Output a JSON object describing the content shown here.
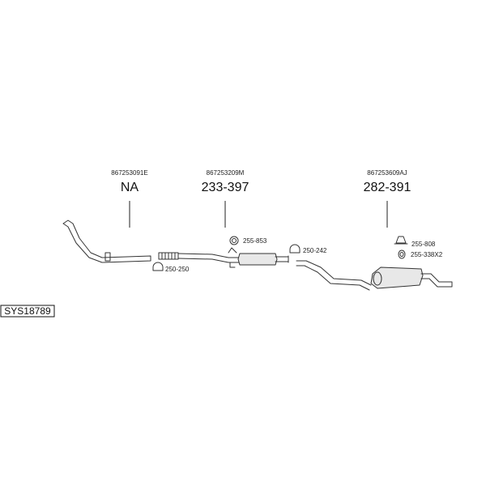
{
  "system_code": "SYS18789",
  "assemblies": [
    {
      "oem_code": "867253091E",
      "part_number": "NA"
    },
    {
      "oem_code": "867253209M",
      "part_number": "233-397"
    },
    {
      "oem_code": "867253609AJ",
      "part_number": "282-391"
    }
  ],
  "parts": [
    {
      "label": "255-853"
    },
    {
      "label": "250-250"
    },
    {
      "label": "250-242"
    },
    {
      "label": "255-808"
    },
    {
      "label": "255-338X2"
    }
  ]
}
